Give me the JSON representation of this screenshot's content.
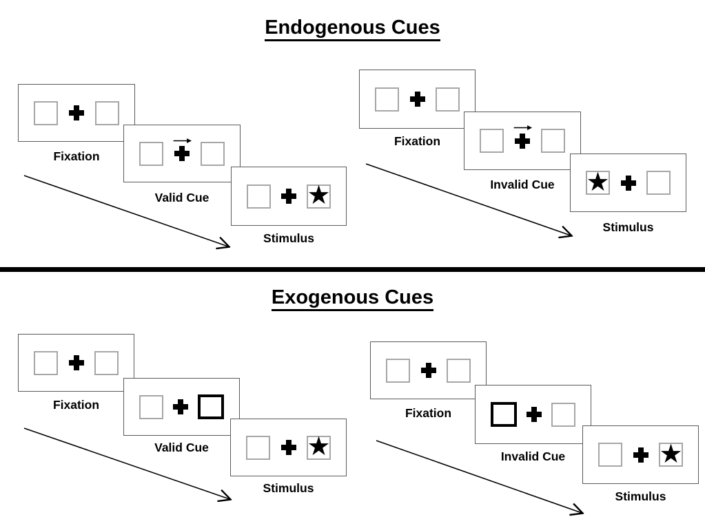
{
  "figure": {
    "sections": [
      {
        "title": "Endogenous Cues",
        "cue_type": "central arrow above fixation cross",
        "groups": [
          {
            "name": "valid-trial",
            "stimulus_star_side": "right",
            "panels": [
              {
                "label": "Fixation"
              },
              {
                "label": "Valid Cue"
              },
              {
                "label": "Stimulus"
              }
            ]
          },
          {
            "name": "invalid-trial",
            "stimulus_star_side": "left",
            "panels": [
              {
                "label": "Fixation"
              },
              {
                "label": "Invalid Cue"
              },
              {
                "label": "Stimulus"
              }
            ]
          }
        ]
      },
      {
        "title": "Exogenous Cues",
        "cue_type": "bold peripheral box outline",
        "groups": [
          {
            "name": "valid-trial",
            "cued_box_side": "right",
            "stimulus_star_side": "right",
            "panels": [
              {
                "label": "Fixation"
              },
              {
                "label": "Valid Cue"
              },
              {
                "label": "Stimulus"
              }
            ]
          },
          {
            "name": "invalid-trial",
            "cued_box_side": "left",
            "stimulus_star_side": "right",
            "panels": [
              {
                "label": "Fixation"
              },
              {
                "label": "Invalid Cue"
              },
              {
                "label": "Stimulus"
              }
            ]
          }
        ]
      }
    ]
  },
  "glyphs": {
    "star": "★",
    "fixation_cross": "+",
    "cue_arrow": "→"
  },
  "colors": {
    "ink": "#000000",
    "panel_border": "#595959",
    "box_border": "#a6a6a6",
    "background": "#ffffff"
  }
}
